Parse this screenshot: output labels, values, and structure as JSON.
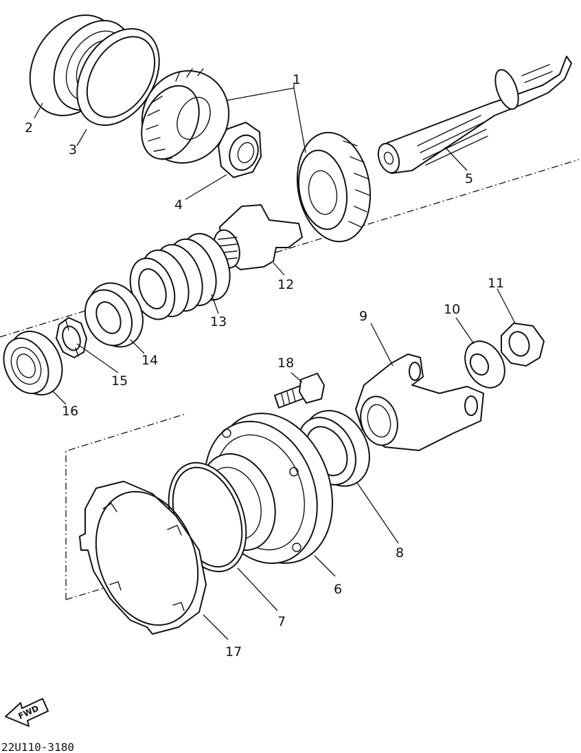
{
  "diagram": {
    "type": "exploded-parts-view",
    "callouts": [
      {
        "id": "1",
        "label": "1"
      },
      {
        "id": "2",
        "label": "2"
      },
      {
        "id": "3",
        "label": "3"
      },
      {
        "id": "4",
        "label": "4"
      },
      {
        "id": "5",
        "label": "5"
      },
      {
        "id": "6",
        "label": "6"
      },
      {
        "id": "7",
        "label": "7"
      },
      {
        "id": "8",
        "label": "8"
      },
      {
        "id": "9",
        "label": "9"
      },
      {
        "id": "10",
        "label": "10"
      },
      {
        "id": "11",
        "label": "11"
      },
      {
        "id": "12",
        "label": "12"
      },
      {
        "id": "13",
        "label": "13"
      },
      {
        "id": "14",
        "label": "14"
      },
      {
        "id": "15",
        "label": "15"
      },
      {
        "id": "16",
        "label": "16"
      },
      {
        "id": "17",
        "label": "17"
      },
      {
        "id": "18",
        "label": "18"
      }
    ],
    "direction_marker": "FWD",
    "figure_code": "22U110-3180"
  }
}
